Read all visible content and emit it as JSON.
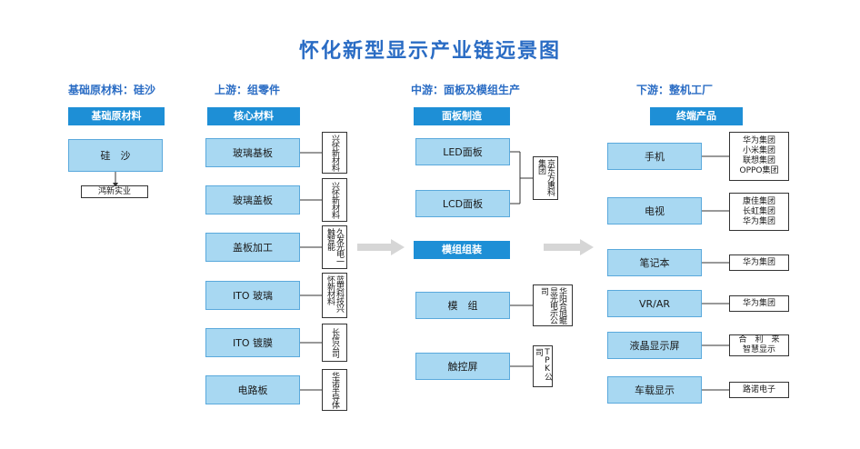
{
  "title": "怀化新型显示产业链远景图",
  "columns": [
    {
      "heading": "基础原材料：硅沙",
      "boxes": [
        "基础原材料"
      ]
    },
    {
      "heading": "上游：组零件",
      "boxes": [
        "核心材料"
      ]
    },
    {
      "heading": "中游：面板及模组生产",
      "boxes": [
        "面板制造",
        "模组组装"
      ]
    },
    {
      "heading": "下游：整机工厂",
      "boxes": [
        "终端产品"
      ]
    }
  ],
  "raw": {
    "item": "硅　沙",
    "supplier": "鸿新实业"
  },
  "upstream": [
    {
      "item": "玻璃基板",
      "supplier": "兴怀新材料"
    },
    {
      "item": "玻璃盖板",
      "supplier": "兴怀新材料"
    },
    {
      "item": "盖板加工",
      "supplier": "久发光电一触智能"
    },
    {
      "item": "ITO 玻璃",
      "supplier": "蓝思科技兴怀新材料"
    },
    {
      "item": "ITO 镀膜",
      "supplier": "长信公司"
    },
    {
      "item": "电路板",
      "supplier": "华诺半导体"
    }
  ],
  "panel": {
    "items": [
      "LED面板",
      "LCD面板"
    ],
    "supplier": "京东方惠科集团"
  },
  "module": [
    {
      "item": "模　组",
      "supplier": "华阳合旭鲲显光电示公司"
    },
    {
      "item": "触控屏",
      "supplier": "TPK公司"
    }
  ],
  "downstream": [
    {
      "item": "手机",
      "suppliers": [
        "华为集团",
        "小米集团",
        "联想集团",
        "OPPO集团"
      ]
    },
    {
      "item": "电视",
      "suppliers": [
        "康佳集团",
        "长虹集团",
        "华为集团"
      ]
    },
    {
      "item": "笔记本",
      "suppliers": [
        "华为集团"
      ]
    },
    {
      "item": "VR/AR",
      "suppliers": [
        "华为集团"
      ]
    },
    {
      "item": "液晶显示屏",
      "suppliers": [
        "合　利　来",
        "智慧显示"
      ]
    },
    {
      "item": "车载显示",
      "suppliers": [
        "路诺电子"
      ]
    }
  ]
}
